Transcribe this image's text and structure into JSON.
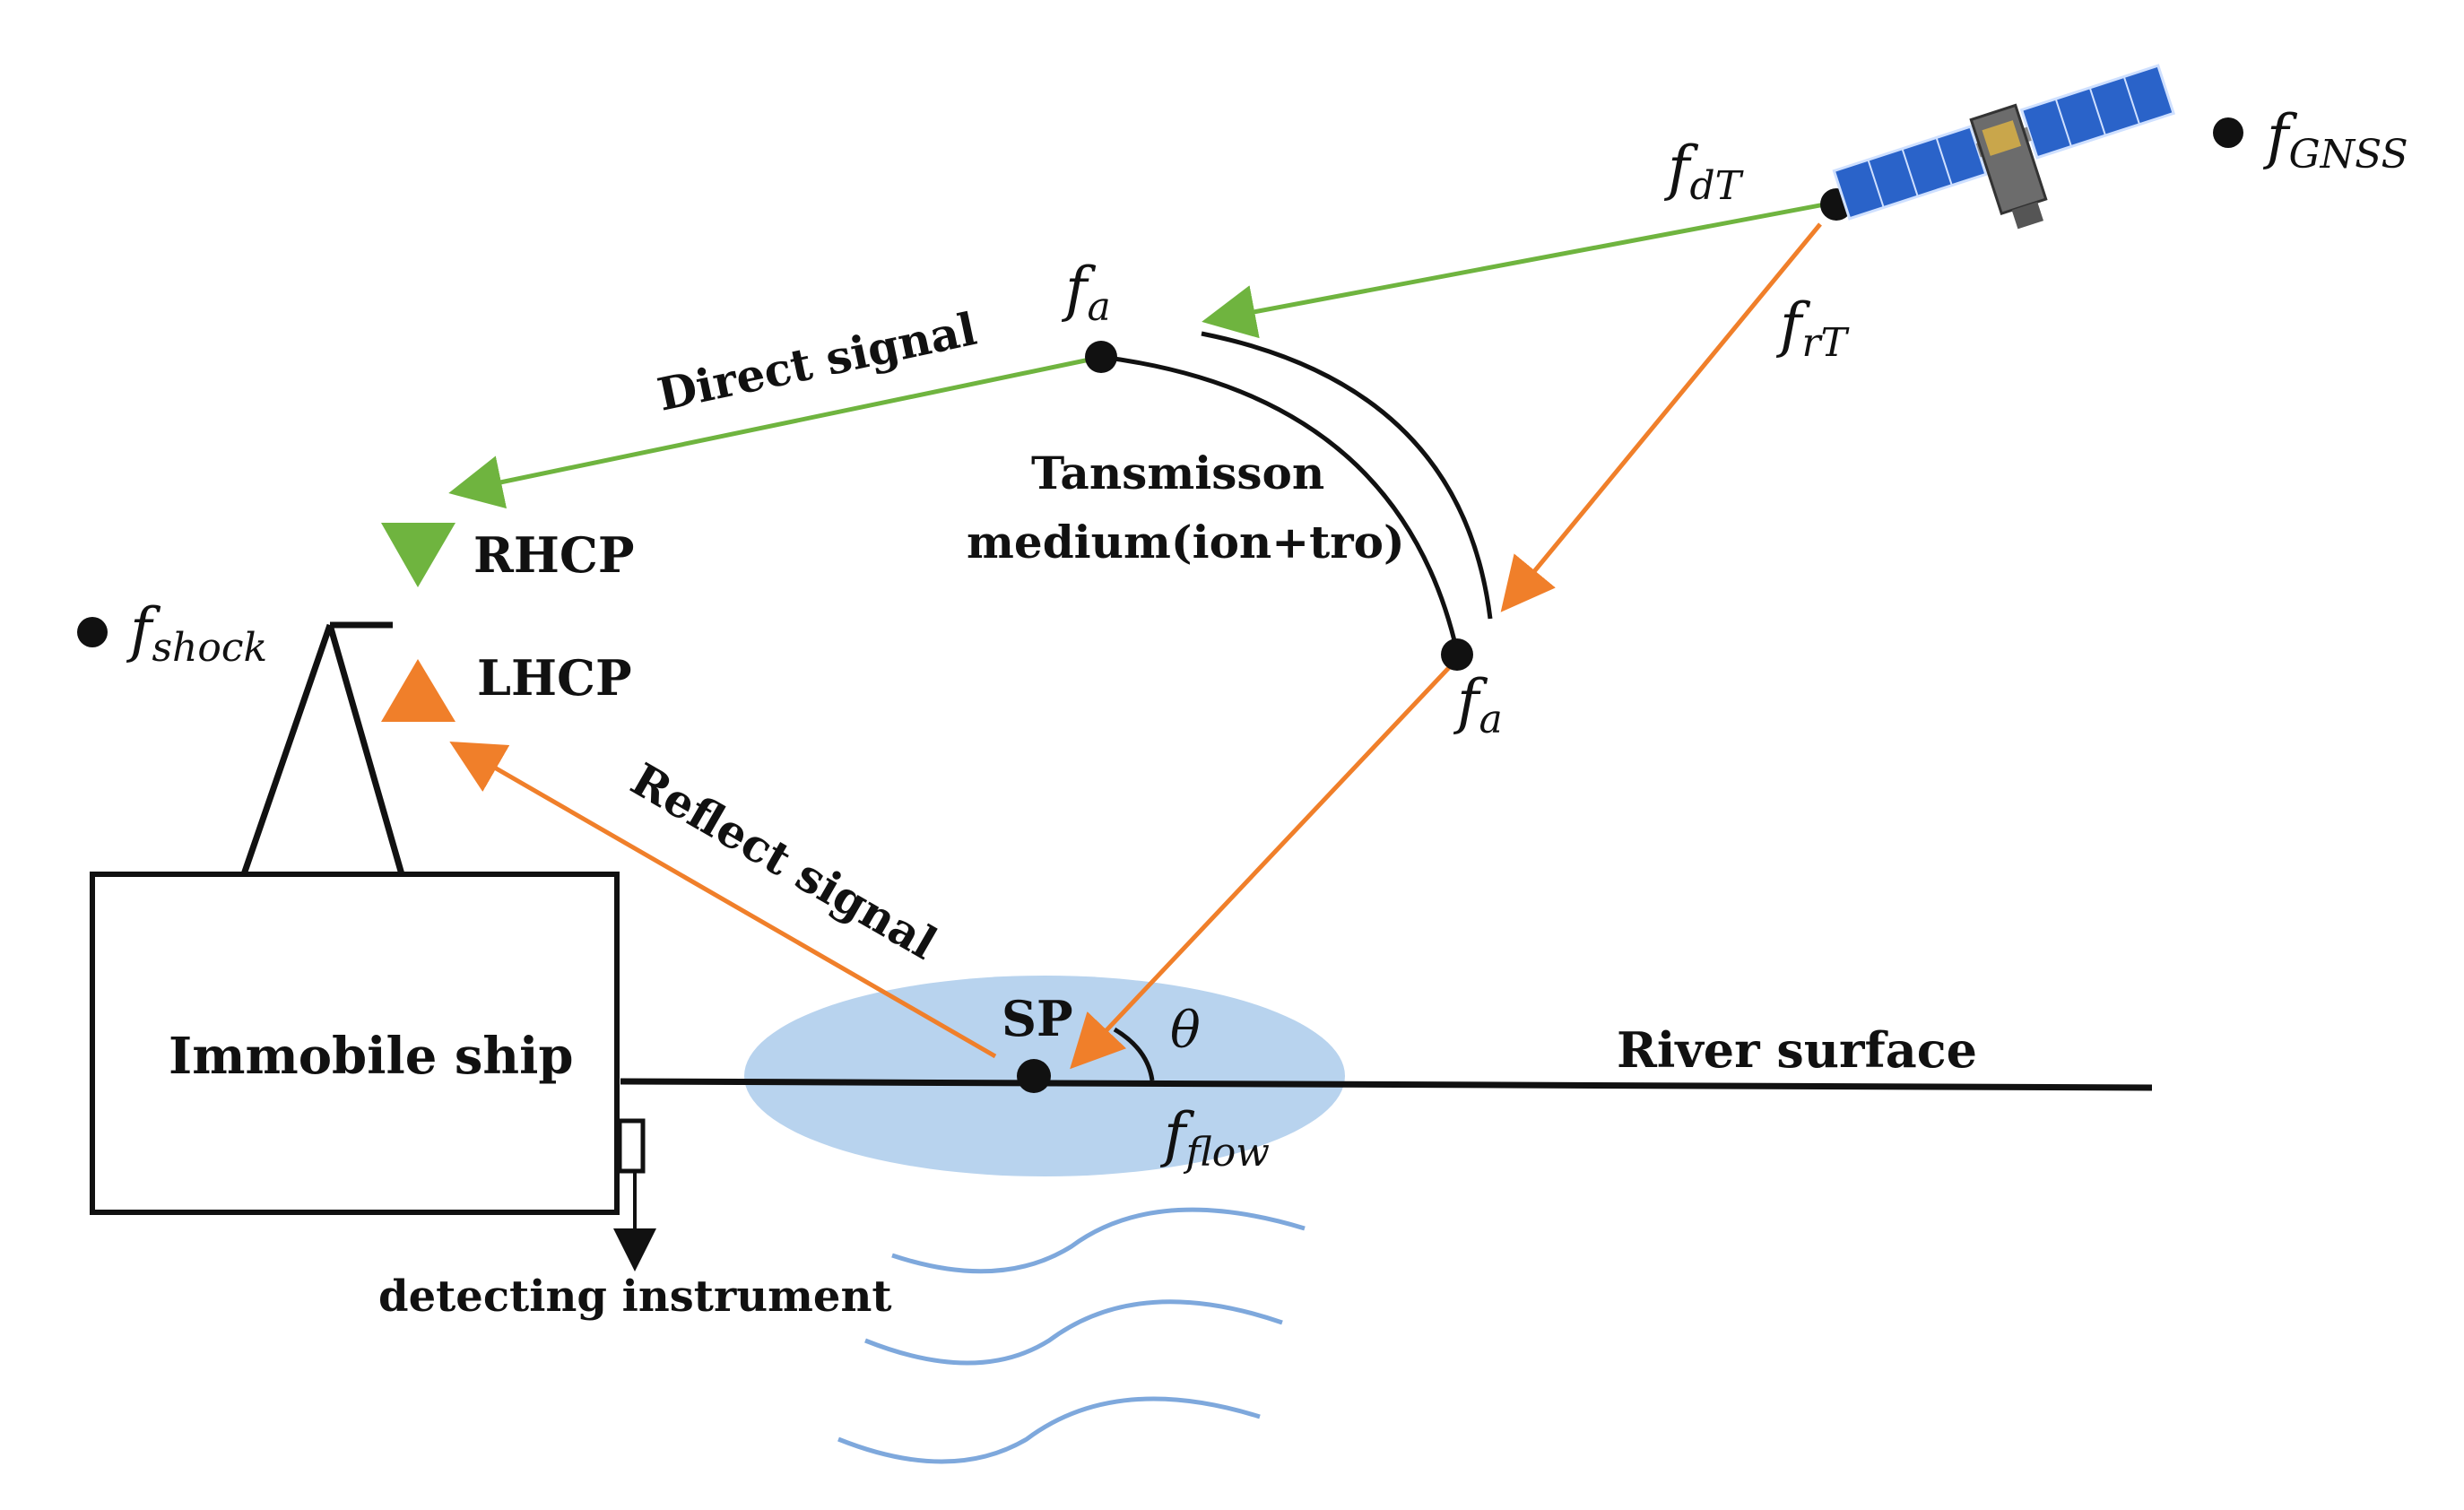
{
  "labels": {
    "direct_signal": "Direct signal",
    "reflect_signal": "Reflect signal",
    "transmission_line1": "Tansmisson",
    "transmission_line2": "medium(ion+tro)",
    "rhcp": "RHCP",
    "lhcp": "LHCP",
    "immobile_ship": "Immobile ship",
    "river_surface": "River surface",
    "detecting_instrument": "detecting instrument",
    "sp": "SP",
    "theta": "θ"
  },
  "symbols": {
    "f": "f",
    "gnss_sub": "GNSS",
    "dT_sub": "dT",
    "rT_sub": "rT",
    "a_sub": "a",
    "shock_sub": "shock",
    "flow_sub": "flow"
  },
  "colors": {
    "direct": "#6fb43f",
    "reflect": "#f07f2a",
    "water_ellipse": "#b8d3ee",
    "waves": "#7ea8dc",
    "ink": "#111111",
    "satellite_panel": "#2a63c9"
  },
  "icons": {
    "satellite": "satellite-icon",
    "rhcp_antenna": "triangle-down-icon",
    "lhcp_antenna": "triangle-up-icon"
  }
}
